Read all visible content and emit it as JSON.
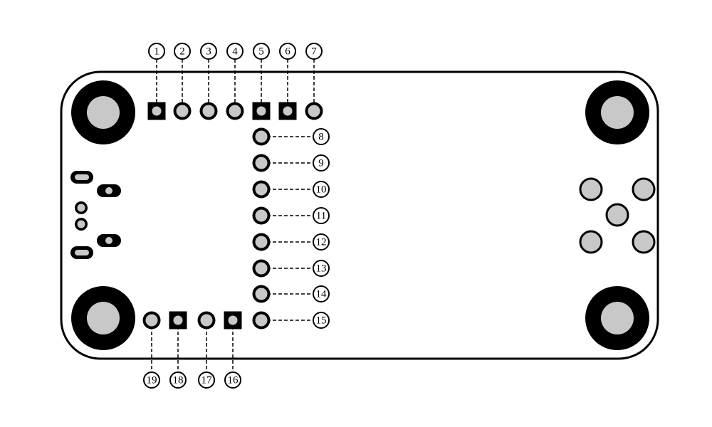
{
  "colors": {
    "board_outline": "#000000",
    "copper": "#000000",
    "drill": "#c8c8c8",
    "background": "#ffffff"
  },
  "pins": {
    "top": [
      {
        "label": "1",
        "shape": "square"
      },
      {
        "label": "2",
        "shape": "round"
      },
      {
        "label": "3",
        "shape": "round"
      },
      {
        "label": "4",
        "shape": "round"
      },
      {
        "label": "5",
        "shape": "square"
      },
      {
        "label": "6",
        "shape": "square"
      },
      {
        "label": "7",
        "shape": "round"
      }
    ],
    "right": [
      {
        "label": "8",
        "shape": "round"
      },
      {
        "label": "9",
        "shape": "round"
      },
      {
        "label": "10",
        "shape": "round"
      },
      {
        "label": "11",
        "shape": "round"
      },
      {
        "label": "12",
        "shape": "round"
      },
      {
        "label": "13",
        "shape": "round"
      },
      {
        "label": "14",
        "shape": "round"
      },
      {
        "label": "15",
        "shape": "round"
      }
    ],
    "bottom": [
      {
        "label": "19",
        "shape": "round"
      },
      {
        "label": "18",
        "shape": "square"
      },
      {
        "label": "17",
        "shape": "round"
      },
      {
        "label": "16",
        "shape": "square"
      }
    ]
  }
}
